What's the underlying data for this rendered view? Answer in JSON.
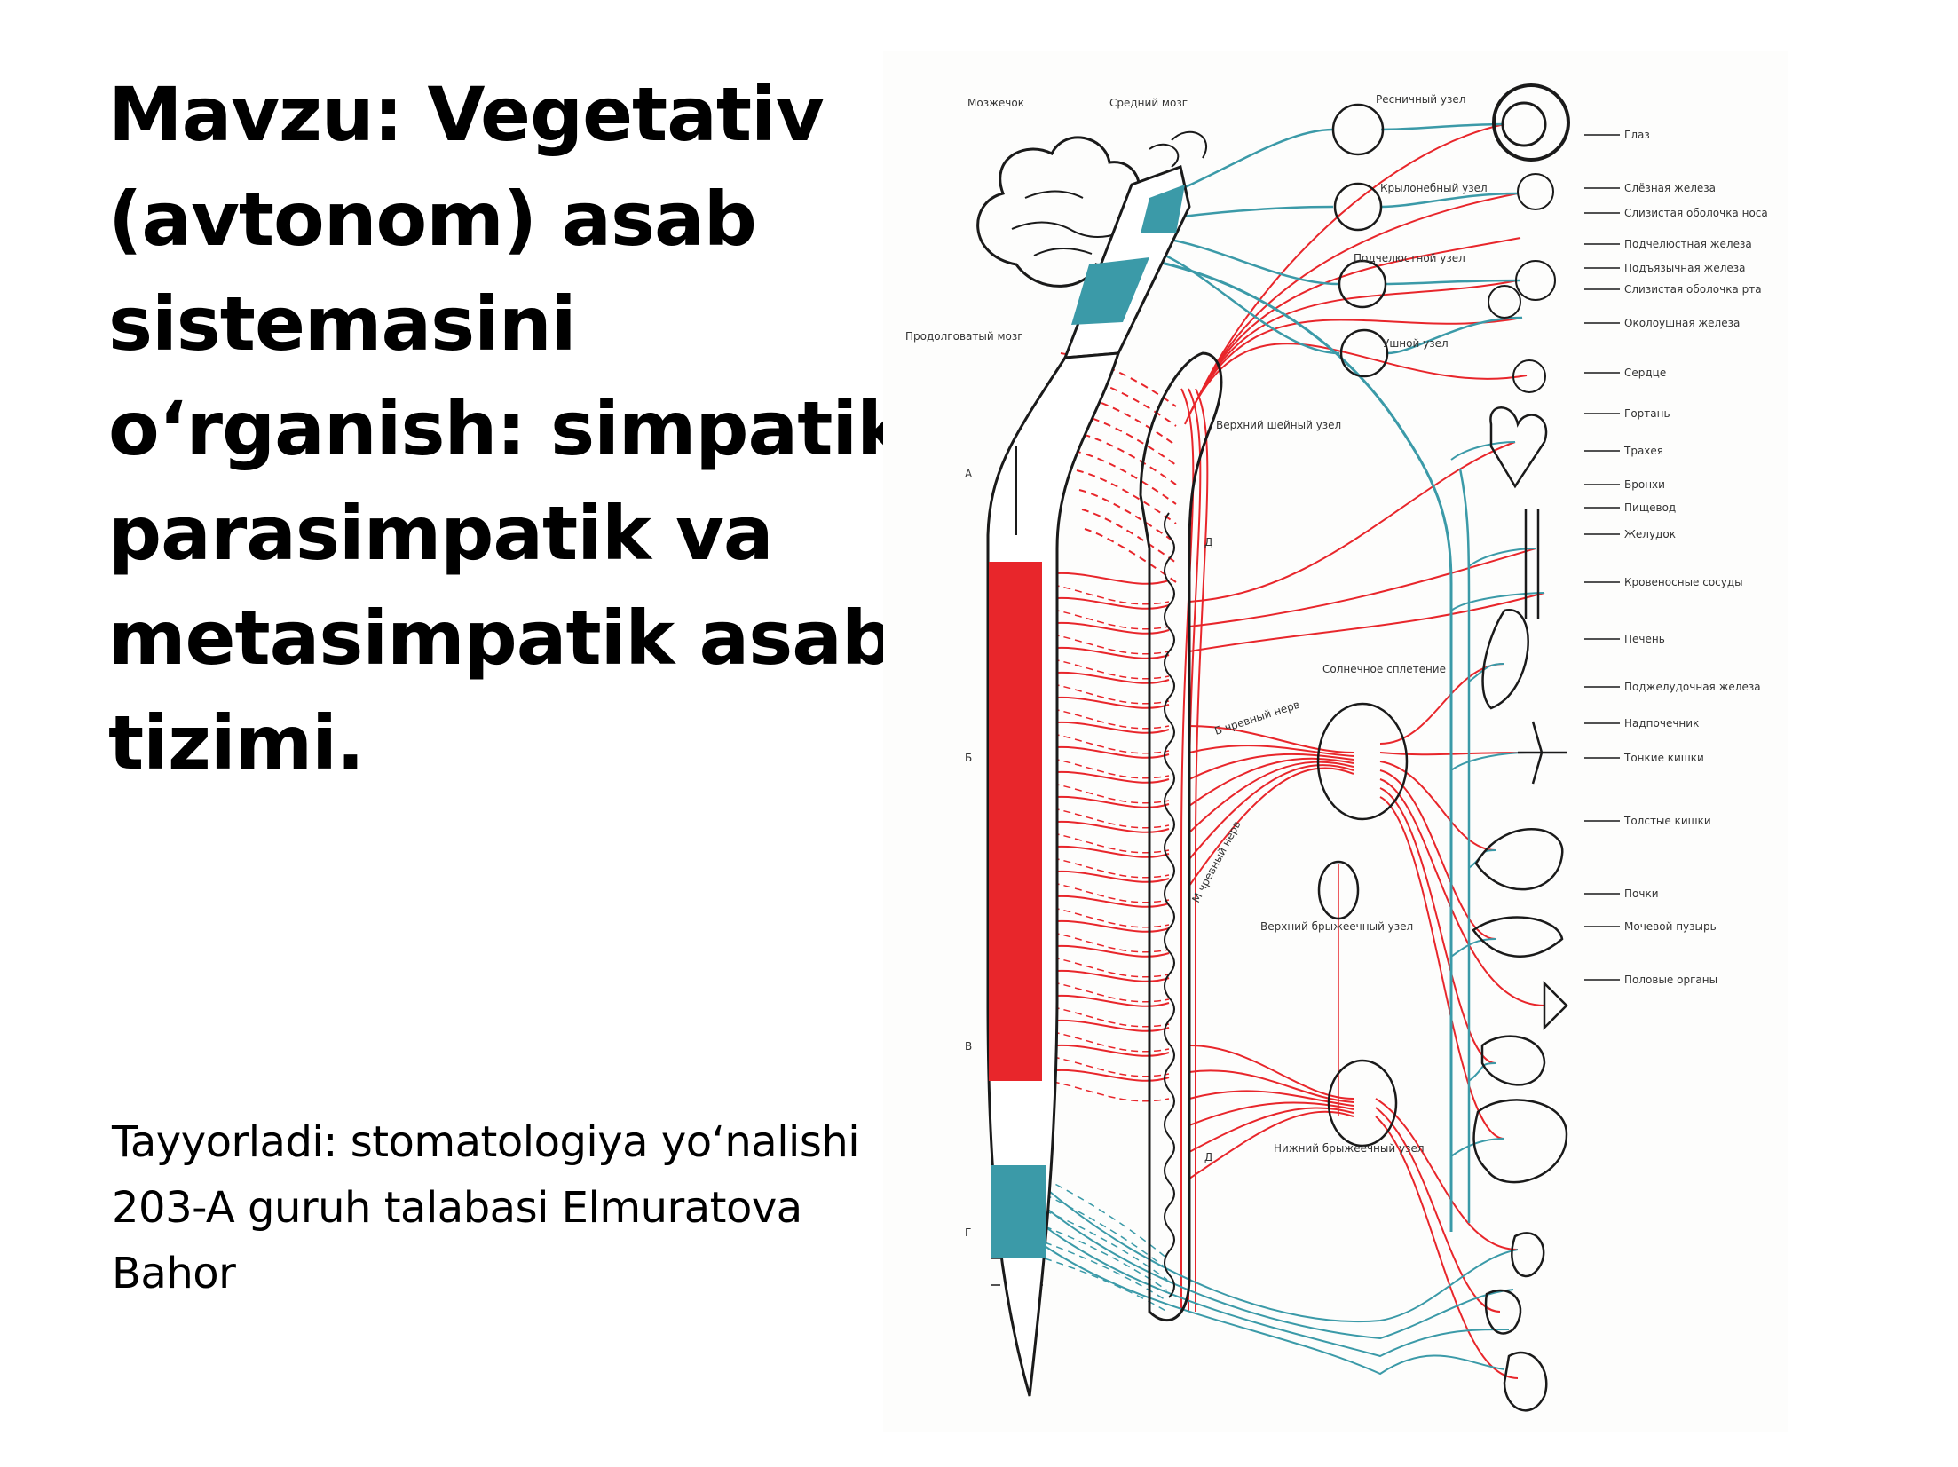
{
  "slide": {
    "title_lines": [
      "Mavzu: Vegetativ",
      "(avtonom) asab",
      "sistemasini",
      "o‘rganish: simpatik,",
      "parasimpatik va",
      "metasimpatik asab",
      "tizimi."
    ],
    "author_lines": [
      "Tayyorladi: stomatologiya yo‘nalishi",
      "203-A guruh talabasi Elmuratova",
      "Bahor"
    ]
  },
  "figure": {
    "colors": {
      "sympathetic": "#e8262b",
      "parasympathetic": "#3b9aa8",
      "outline": "#1a1a1a"
    },
    "brain_labels": [
      "Мозжечок",
      "Средний мозг",
      "Продолговатый мозг"
    ],
    "ganglion_labels": [
      "Ресничный узел",
      "Крылонебный узел",
      "Подчелюстной узел",
      "Ушной узел"
    ],
    "spine_labels": [
      "Верхний шейный узел",
      "Д",
      "Солнечное сплетение",
      "Б чревный нерв",
      "М чревный нерв",
      "Верхний брыжеечный узел",
      "Нижний брыжеечный узел",
      "Д"
    ],
    "section_labels": [
      "А",
      "Б",
      "В",
      "Г"
    ],
    "organ_labels": [
      "Глаз",
      "Слёзная железа",
      "Слизистая оболочка носа",
      "Подчелюстная железа",
      "Подъязычная железа",
      "Слизистая оболочка рта",
      "Околоушная железа",
      "Сердце",
      "Гортань",
      "Трахея",
      "Бронхи",
      "Пищевод",
      "Желудок",
      "Кровеносные сосуды",
      "Печень",
      "Поджелудочная железа",
      "Надпочечник",
      "Тонкие кишки",
      "Толстые кишки",
      "Почки",
      "Мочевой пузырь",
      "Половые органы"
    ]
  }
}
